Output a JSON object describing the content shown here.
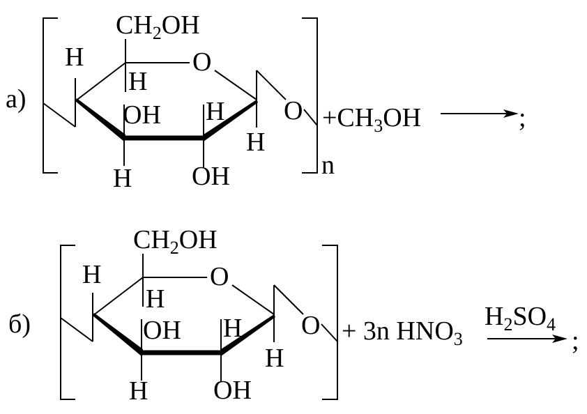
{
  "reactions": [
    {
      "label": "а)",
      "atoms": {
        "ch2oh": [
          "CH",
          "2",
          "OH"
        ],
        "ring_o": "O",
        "h_top_left": "H",
        "h_c5": "H",
        "oh_c3": "OH",
        "h_c2": "H",
        "h_c1": "H",
        "h_bottom_left": "H",
        "oh_c2": "OH",
        "bridge_o": "O"
      },
      "subscript_n": "n",
      "reagent": [
        "+CH",
        "3",
        "OH"
      ],
      "end": ";"
    },
    {
      "label": "б)",
      "atoms": {
        "ch2oh": [
          "CH",
          "2",
          "OH"
        ],
        "ring_o": "O",
        "h_top_left": "H",
        "h_c5": "H",
        "oh_c3": "OH",
        "h_c2": "H",
        "h_c1": "H",
        "h_bottom_left": "H",
        "oh_c2": "OH",
        "bridge_o": "O"
      },
      "subscript_n": "",
      "reagent": [
        "+ 3n HNO",
        "3",
        ""
      ],
      "catalyst": [
        "H",
        "2",
        "SO",
        "4"
      ],
      "end": ";"
    }
  ]
}
